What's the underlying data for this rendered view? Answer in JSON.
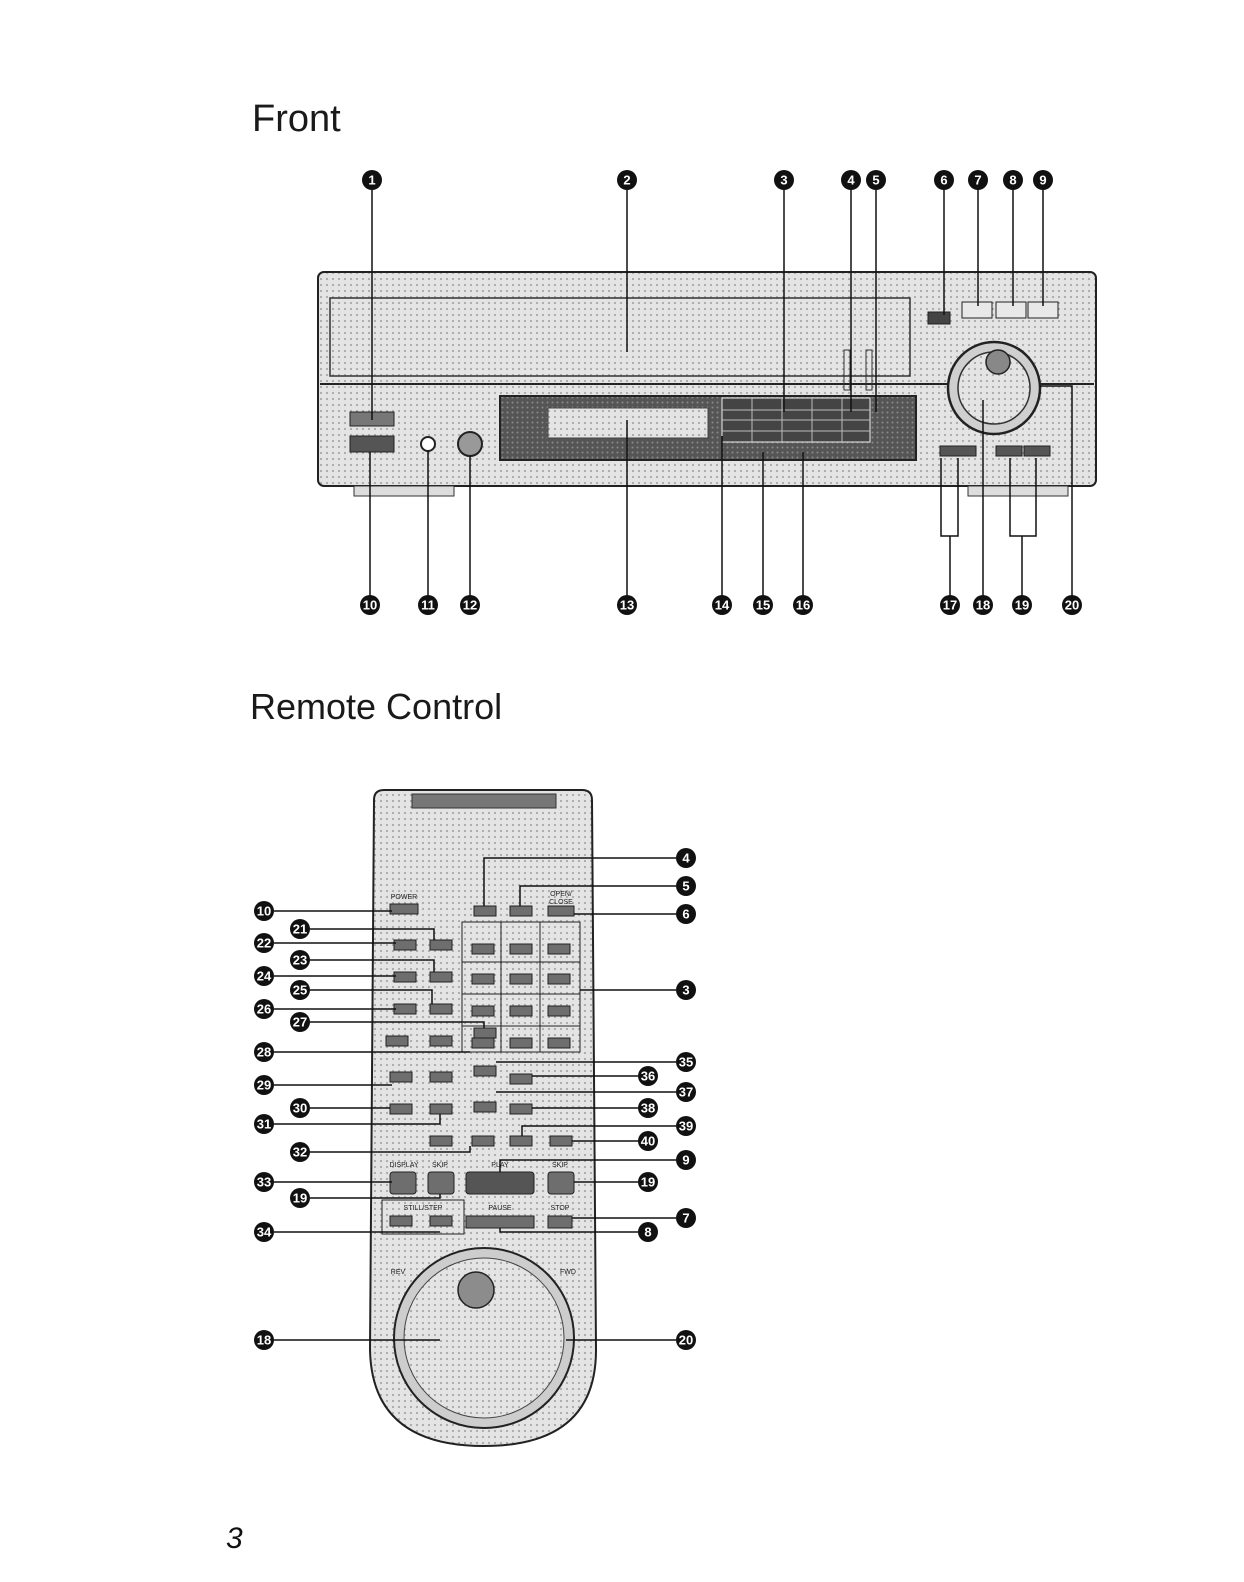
{
  "page": {
    "front_title": "Front",
    "remote_title": "Remote Control",
    "page_number": "3"
  },
  "front_callouts_top": [
    "1",
    "2",
    "3",
    "4",
    "5",
    "6",
    "7",
    "8",
    "9"
  ],
  "front_callouts_bottom": [
    "10",
    "11",
    "12",
    "13",
    "14",
    "15",
    "16",
    "17",
    "18",
    "19",
    "20"
  ],
  "remote_callouts_left": [
    "10",
    "21",
    "22",
    "23",
    "24",
    "25",
    "26",
    "27",
    "28",
    "29",
    "30",
    "31",
    "32",
    "33",
    "19",
    "34",
    "18"
  ],
  "remote_callouts_right": [
    "4",
    "5",
    "6",
    "3",
    "35",
    "36",
    "37",
    "38",
    "39",
    "40",
    "9",
    "19",
    "7",
    "8",
    "20"
  ],
  "remote_labels": {
    "power": "POWER",
    "open_close_1": "OPEN/",
    "open_close_2": "CLOSE",
    "display": "DISPLAY",
    "skip_left": "SKIP",
    "play": "PLAY",
    "skip_right": "SKIP",
    "still_step": "STILL/STEP",
    "pause": "PAUSE",
    "stop": "STOP",
    "rev": "REV",
    "fwd": "FWD"
  },
  "colors": {
    "callout_fill": "#111111",
    "device_fill": "#d9d9d9",
    "button_fill": "#6e6e6e"
  }
}
